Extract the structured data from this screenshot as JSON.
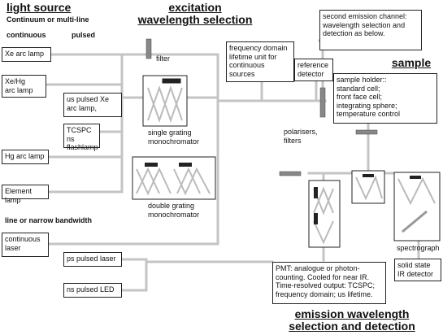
{
  "sections": {
    "light_source": "light source",
    "continuum_multiline": "Continuum or multi-line",
    "continuous": "continuous",
    "pulsed": "pulsed",
    "line_narrow": "line or narrow bandwidth",
    "excitation": "excitation\nwavelength selection",
    "sample": "sample",
    "emission": "emission wavelength\nselection and detection"
  },
  "boxes": {
    "xe_arc": "Xe arc lamp",
    "xe_hg_arc": "Xe/Hg\narc lamp",
    "us_pulsed_xe": "us pulsed Xe\narc lamp,",
    "tcspc_flash": "TCSPC\nns flashlamp",
    "hg_arc": "Hg arc lamp",
    "element_lamp": "Element lamp",
    "continuous_laser": "continuous\nlaser",
    "ps_laser": "ps pulsed laser",
    "ns_led": "ns pulsed LED",
    "freq_domain": "frequency domain\nlifetime unit for\ncontinuous sources",
    "reference_detector": "reference\ndetector",
    "second_channel": "second emission channel:\nwavelength selection and\ndetection as below.",
    "sample_holder": "sample holder::\nstandard cell;\nfront face cell;\nintegrating sphere;\ntemperature control",
    "pmt": "PMT: analogue or photon-\ncounting. Cooled for near IR.\nTime-resolved output: TCSPC;\nfrequency domain; us lifetime.",
    "solid_state": "solid state\nIR detector"
  },
  "labels": {
    "filter": "filter",
    "single_grating": "single grating\nmonochromator",
    "double_grating": "double grating\nmonochromator",
    "polarisers": "polarisers,\nfilters",
    "spectrograph": "spectrograph"
  }
}
